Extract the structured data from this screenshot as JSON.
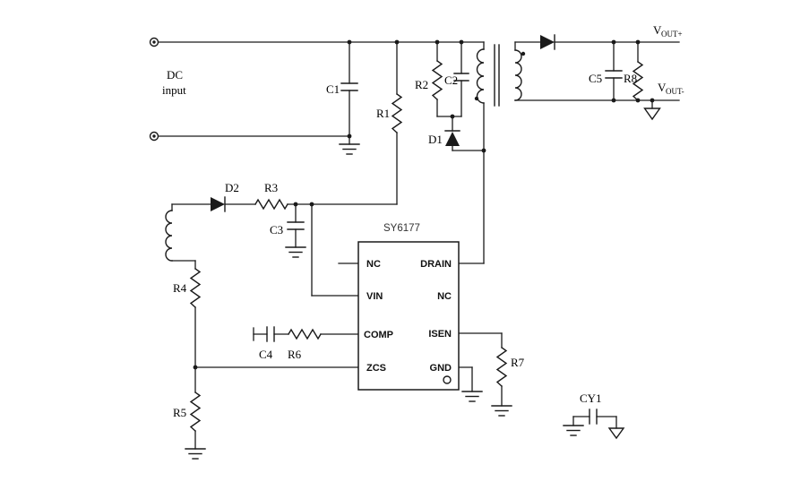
{
  "colors": {
    "wire": "#1a1a1a",
    "ic_label": "#333333",
    "background": "#ffffff"
  },
  "input": {
    "line1": "DC",
    "line2": "input"
  },
  "ic": {
    "name": "SY6177",
    "pins_left": [
      "NC",
      "VIN",
      "COMP",
      "ZCS"
    ],
    "pins_right": [
      "DRAIN",
      "NC",
      "ISEN",
      "GND"
    ]
  },
  "components": {
    "c1": "C1",
    "r1": "R1",
    "r2": "R2",
    "c2": "C2",
    "d1": "D1",
    "d2": "D2",
    "r3": "R3",
    "c3": "C3",
    "r4": "R4",
    "r5": "R5",
    "c4": "C4",
    "r6": "R6",
    "r7": "R7",
    "c5": "C5",
    "r8": "R8",
    "cy1": "CY1"
  },
  "output": {
    "vout_pos": "V",
    "vout_pos_sub": "OUT+",
    "vout_neg": "V",
    "vout_neg_sub": "OUT-"
  }
}
